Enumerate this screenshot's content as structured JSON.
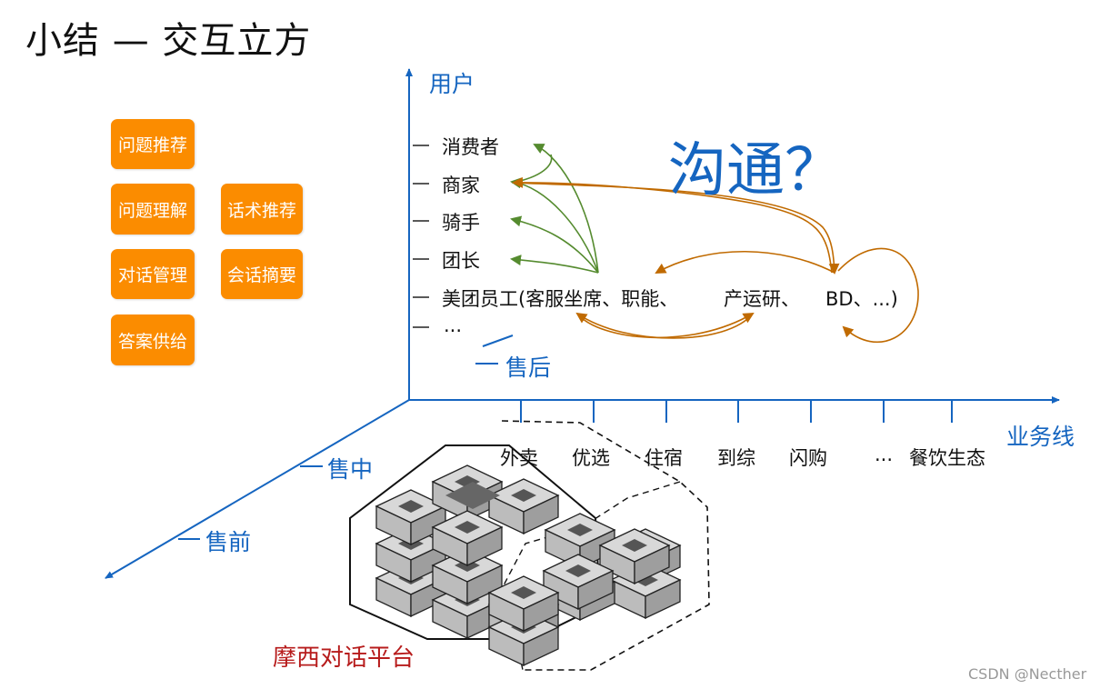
{
  "title": "小结 — 交互立方",
  "left_tags": [
    "问题推荐",
    "问题理解",
    "话术推荐",
    "对话管理",
    "会话摘要",
    "答案供给"
  ],
  "user_axis": {
    "label": "用户",
    "items": [
      "消费者",
      "商家",
      "骑手",
      "团长",
      "美团员工(客服坐席、职能、",
      "产运研、",
      "BD、...)",
      "..."
    ]
  },
  "phase_axis": {
    "items": [
      "售后",
      "售中",
      "售前"
    ]
  },
  "business_axis": {
    "label": "业务线",
    "items": [
      "外卖",
      "优选",
      "住宿",
      "到综",
      "闪购",
      "...",
      "餐饮生态"
    ]
  },
  "communication_label": "沟通？",
  "platform_label": "摩西对话平台",
  "watermark": "CSDN @Necther",
  "colors": {
    "axis": "#1565c0",
    "tag": "#fb8c00",
    "green_arrow": "#558b2f",
    "brown_arrow": "#c06a00",
    "platform_text": "#b71c1c"
  }
}
